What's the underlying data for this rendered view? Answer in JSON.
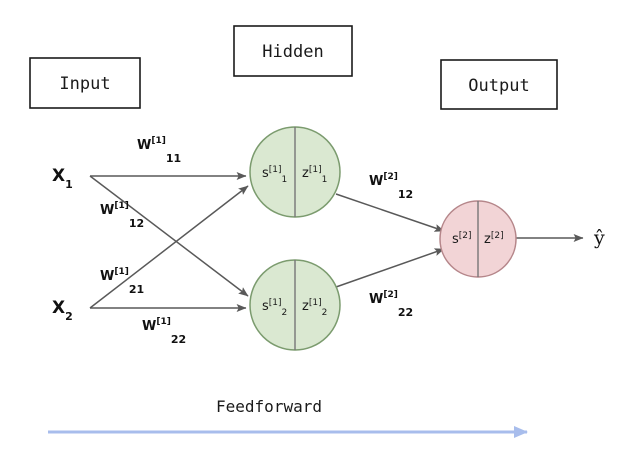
{
  "diagram": {
    "title": "Feedforward neural network diagram",
    "colors": {
      "hidden_node_fill": "#dae8d1",
      "hidden_node_stroke": "#7b9b6e",
      "output_node_fill": "#f2d4d6",
      "output_node_stroke": "#b5868a",
      "edge_stroke": "#595959",
      "box_stroke": "#1a1a1a",
      "text": "#1a1a1a",
      "feedforward_arrow": "#a8bdec",
      "background": "#ffffff"
    },
    "layer_boxes": [
      {
        "id": "input",
        "label": "Input"
      },
      {
        "id": "hidden",
        "label": "Hidden"
      },
      {
        "id": "output",
        "label": "Output"
      }
    ],
    "inputs": [
      {
        "id": "x1",
        "symbol": "X",
        "subscript": "1"
      },
      {
        "id": "x2",
        "symbol": "X",
        "subscript": "2"
      }
    ],
    "hidden_nodes": [
      {
        "id": "h1",
        "left": {
          "symbol": "s",
          "superscript": "[1]",
          "subscript": "1"
        },
        "right": {
          "symbol": "z",
          "superscript": "[1]",
          "subscript": "1"
        }
      },
      {
        "id": "h2",
        "left": {
          "symbol": "s",
          "superscript": "[1]",
          "subscript": "2"
        },
        "right": {
          "symbol": "z",
          "superscript": "[1]",
          "subscript": "2"
        }
      }
    ],
    "output_node": {
      "id": "o1",
      "left": {
        "symbol": "s",
        "superscript": "[2]",
        "subscript": ""
      },
      "right": {
        "symbol": "z",
        "superscript": "[2]",
        "subscript": ""
      }
    },
    "output_variable": {
      "id": "yhat",
      "symbol": "ŷ"
    },
    "weights_layer1": [
      {
        "id": "w1_11",
        "symbol": "W",
        "superscript": "[1]",
        "subscript": "11"
      },
      {
        "id": "w1_12",
        "symbol": "W",
        "superscript": "[1]",
        "subscript": "12"
      },
      {
        "id": "w1_21",
        "symbol": "W",
        "superscript": "[1]",
        "subscript": "21"
      },
      {
        "id": "w1_22",
        "symbol": "W",
        "superscript": "[1]",
        "subscript": "22"
      }
    ],
    "weights_layer2": [
      {
        "id": "w2_12",
        "symbol": "W",
        "superscript": "[2]",
        "subscript": "12"
      },
      {
        "id": "w2_22",
        "symbol": "W",
        "superscript": "[2]",
        "subscript": "22"
      }
    ],
    "flow": {
      "label": "Feedforward",
      "direction": "left-to-right"
    }
  }
}
